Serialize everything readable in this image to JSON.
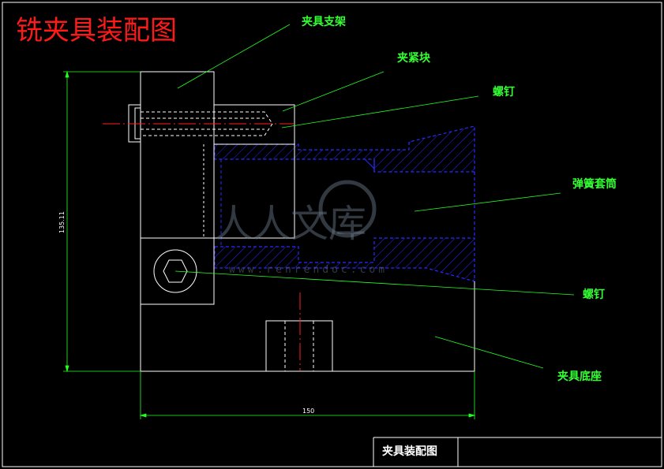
{
  "title": "铣夹具装配图",
  "callouts": {
    "fixture_support": "夹具支架",
    "clamp_block": "夹紧块",
    "screw_top": "螺钉",
    "spring_sleeve": "弹簧套筒",
    "screw_bottom": "螺钉",
    "fixture_base": "夹具底座"
  },
  "dimensions": {
    "height": "135.11",
    "width": "150"
  },
  "title_block": {
    "drawing_name": "夹具装配图"
  },
  "watermark": {
    "text": "人人文库",
    "url": "www.renrendoc.com"
  },
  "colors": {
    "background": "#000000",
    "outline": "#ffffff",
    "title": "#ff1a1a",
    "leader": "#22ff22",
    "section": "#2a2aff",
    "centerline": "#ff2020"
  }
}
